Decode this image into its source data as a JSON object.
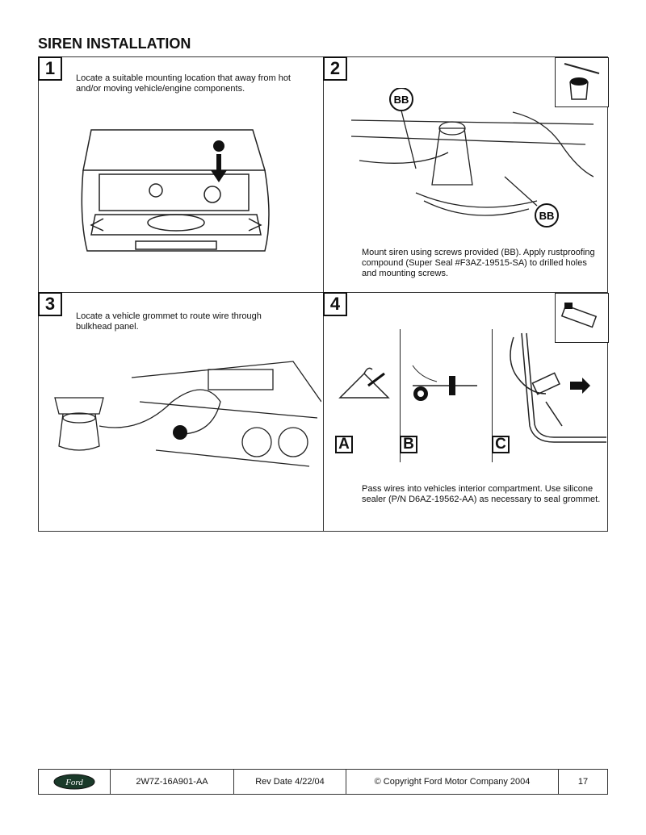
{
  "title": "SIREN INSTALLATION",
  "steps": [
    {
      "number": "1",
      "text": "Locate a suitable mounting location that away from hot and/or moving vehicle/engine components."
    },
    {
      "number": "2",
      "callout": "BB",
      "text": "Mount siren using screws provided (BB). Apply rustproofing compound (Super Seal #F3AZ-19515-SA) to drilled holes and mounting screws."
    },
    {
      "number": "3",
      "text": "Locate a vehicle grommet to route wire through bulkhead panel."
    },
    {
      "number": "4",
      "sub_labels": [
        "A",
        "B",
        "C"
      ],
      "text": "Pass wires into vehicles interior compartment. Use silicone sealer (P/N D6AZ-19562-AA) as necessary to seal grommet."
    }
  ],
  "footer": {
    "logo": "Ford",
    "part_number": "2W7Z-16A901-AA",
    "rev_date": "Rev Date 4/22/04",
    "copyright": "© Copyright Ford Motor Company 2004",
    "page": "17"
  }
}
